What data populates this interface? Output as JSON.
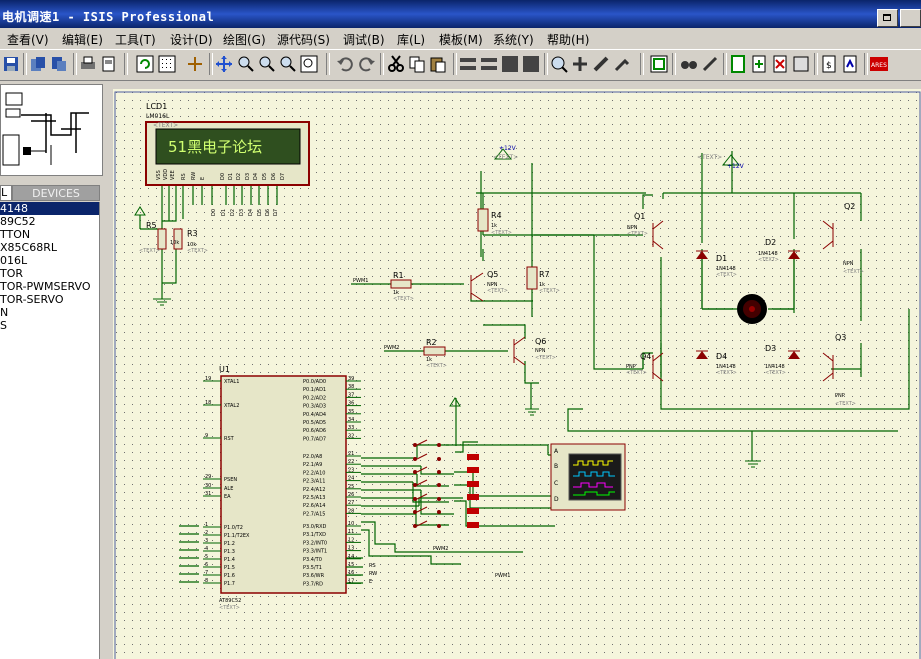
{
  "window": {
    "title": "电机调速1 - ISIS Professional"
  },
  "menu": [
    "查看(V)",
    "编辑(E)",
    "工具(T)",
    "设计(D)",
    "绘图(G)",
    "源代码(S)",
    "调试(B)",
    "库(L)",
    "模板(M)",
    "系统(Y)",
    "帮助(H)"
  ],
  "panel": {
    "tab_p": "L",
    "tab_devices": "DEVICES"
  },
  "devices": [
    "4148",
    "89C52",
    "TTON",
    "X85C68RL",
    "016L",
    "TOR",
    "TOR-PWMSERVO",
    "TOR-SERVO",
    "N",
    "S"
  ],
  "lcd": {
    "ref": "LCD1",
    "model": "LM016L",
    "text": "<TEXT>",
    "display": "51黑电子论坛",
    "pins": [
      "VSS",
      "VDD",
      "VEE",
      "RS",
      "RW",
      "E",
      "D0",
      "D1",
      "D2",
      "D3",
      "D4",
      "D5",
      "D6",
      "D7"
    ]
  },
  "parts": {
    "r5": {
      "ref": "R5",
      "val": "",
      "text": "<TEXT>"
    },
    "r3": {
      "ref": "R3",
      "val": "10k",
      "text": "<TEXT>"
    },
    "r_pot": {
      "val": "10k"
    },
    "r4": {
      "ref": "R4",
      "val": "1k",
      "text": "<TEXT>"
    },
    "r1": {
      "ref": "R1",
      "val": "1k",
      "text": "<TEXT>"
    },
    "r7": {
      "ref": "R7",
      "val": "1k",
      "text": "<TEXT>"
    },
    "r2": {
      "ref": "R2",
      "val": "1k",
      "text": "<TEXT>"
    },
    "q5": {
      "ref": "Q5",
      "type": "NPN",
      "text": "<TEXT>"
    },
    "q6": {
      "ref": "Q6",
      "type": "NPN",
      "text": "<TEXT>"
    },
    "q1": {
      "ref": "Q1",
      "type": "NPN",
      "text": "<TEXT>"
    },
    "q2": {
      "ref": "Q2",
      "type": "NPN",
      "text": "<TEXT>"
    },
    "q3": {
      "ref": "Q3",
      "type": "PNP",
      "text": "<TEXT>"
    },
    "q4": {
      "ref": "Q4",
      "type": "PNP",
      "text": "<TEXT>"
    },
    "d1": {
      "ref": "D1",
      "val": "1N4148",
      "text": "<TEXT>"
    },
    "d2": {
      "ref": "D2",
      "val": "1N4148",
      "text": "<TEXT>"
    },
    "d3": {
      "ref": "D3",
      "val": "1N4148",
      "text": "<TEXT>"
    },
    "d4": {
      "ref": "D4",
      "val": "1N4148",
      "text": "<TEXT>"
    },
    "u1": {
      "ref": "U1",
      "model": "AT89C52",
      "text": "<TEXT>"
    }
  },
  "power": {
    "left": "+12V",
    "right": "+12V",
    "text": "<TEXT>"
  },
  "nets": {
    "pwm1_in": "PWM1",
    "pwm2_in": "PWM2",
    "pwm2_out": "PWM2",
    "pwm1_out": "PWM1"
  },
  "mcu_left": [
    {
      "num": "19",
      "name": "XTAL1"
    },
    {
      "num": "18",
      "name": "XTAL2"
    },
    {
      "num": "9",
      "name": "RST"
    },
    {
      "num": "29",
      "name": "PSEN"
    },
    {
      "num": "30",
      "name": "ALE"
    },
    {
      "num": "31",
      "name": "EA"
    },
    {
      "num": "1",
      "name": "P1.0/T2"
    },
    {
      "num": "2",
      "name": "P1.1/T2EX"
    },
    {
      "num": "3",
      "name": "P1.2"
    },
    {
      "num": "4",
      "name": "P1.3"
    },
    {
      "num": "5",
      "name": "P1.4"
    },
    {
      "num": "6",
      "name": "P1.5"
    },
    {
      "num": "7",
      "name": "P1.6"
    },
    {
      "num": "8",
      "name": "P1.7"
    }
  ],
  "mcu_right": [
    {
      "num": "39",
      "name": "P0.0/AD0"
    },
    {
      "num": "38",
      "name": "P0.1/AD1"
    },
    {
      "num": "37",
      "name": "P0.2/AD2"
    },
    {
      "num": "36",
      "name": "P0.3/AD3"
    },
    {
      "num": "35",
      "name": "P0.4/AD4"
    },
    {
      "num": "34",
      "name": "P0.5/AD5"
    },
    {
      "num": "33",
      "name": "P0.6/AD6"
    },
    {
      "num": "32",
      "name": "P0.7/AD7"
    },
    {
      "num": "21",
      "name": "P2.0/A8"
    },
    {
      "num": "22",
      "name": "P2.1/A9"
    },
    {
      "num": "23",
      "name": "P2.2/A10"
    },
    {
      "num": "24",
      "name": "P2.3/A11"
    },
    {
      "num": "25",
      "name": "P2.4/A12"
    },
    {
      "num": "26",
      "name": "P2.5/A13"
    },
    {
      "num": "27",
      "name": "P2.6/A14"
    },
    {
      "num": "28",
      "name": "P2.7/A15"
    },
    {
      "num": "10",
      "name": "P3.0/RXD"
    },
    {
      "num": "11",
      "name": "P3.1/TXD"
    },
    {
      "num": "12",
      "name": "P3.2/INT0"
    },
    {
      "num": "13",
      "name": "P3.3/INT1"
    },
    {
      "num": "14",
      "name": "P3.4/T0"
    },
    {
      "num": "15",
      "name": "P3.5/T1"
    },
    {
      "num": "16",
      "name": "P3.6/WR"
    },
    {
      "num": "17",
      "name": "P3.7/RD"
    }
  ],
  "p1_nets": [
    "D0",
    "D1",
    "D2",
    "D3",
    "D4",
    "D5",
    "D6",
    "D7"
  ],
  "p3_nets": [
    "RS",
    "RW",
    "E"
  ],
  "scope": {
    "channels": [
      "A",
      "B",
      "C",
      "D"
    ]
  },
  "colors": {
    "sheet": "#f5f5dc",
    "wire": "#006400",
    "part": "#8b0000",
    "fill": "#e6e6c8",
    "label": "#000000",
    "muted": "#808080"
  }
}
